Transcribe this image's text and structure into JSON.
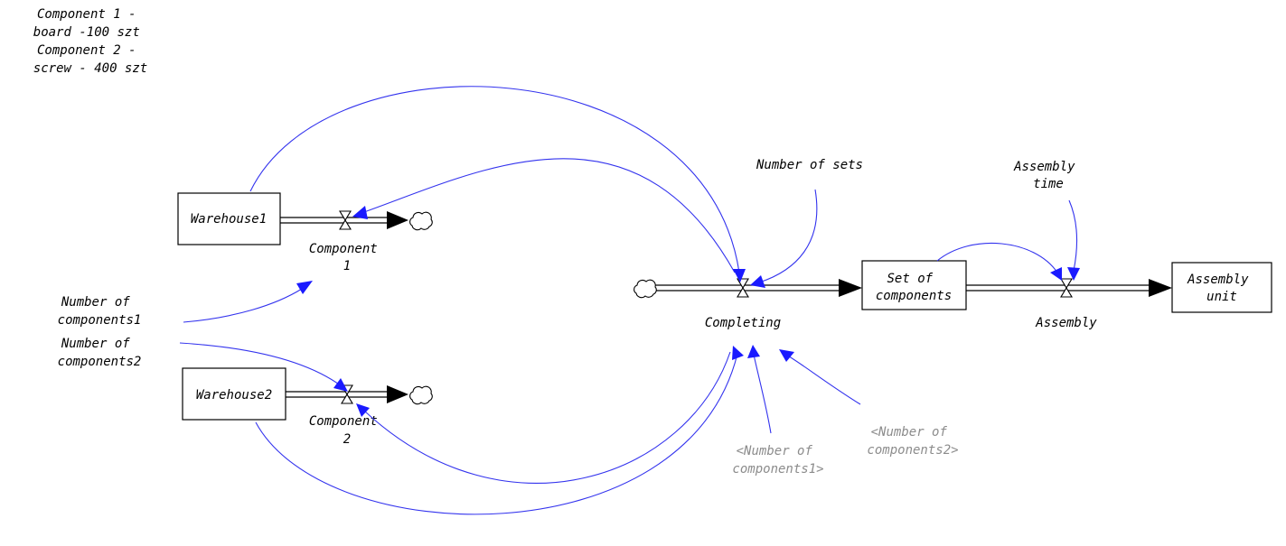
{
  "note": [
    "Component 1 -",
    "board -100 szt",
    "Component 2 -",
    "screw - 400 szt"
  ],
  "stocks": {
    "warehouse1": [
      "Warehouse1"
    ],
    "warehouse2": [
      "Warehouse2"
    ],
    "set_of_components": [
      "Set of",
      "components"
    ],
    "assembly_unit": [
      "Assembly",
      "unit"
    ]
  },
  "flows": {
    "component1": [
      "Component",
      "1"
    ],
    "component2": [
      "Component",
      "2"
    ],
    "completing": [
      "Completing"
    ],
    "assembly": [
      "Assembly"
    ]
  },
  "auxiliaries": {
    "number_of_components1": [
      "Number of",
      "components1"
    ],
    "number_of_components2": [
      "Number of",
      "components2"
    ],
    "number_of_sets": [
      "Number of sets"
    ],
    "assembly_time": [
      "Assembly",
      "time"
    ]
  },
  "shadow_variables": {
    "number_of_components1": [
      "<Number of",
      "components1>"
    ],
    "number_of_components2": [
      "<Number of",
      "components2>"
    ]
  },
  "colors": {
    "link": "#3333ee",
    "link_head": "#1a1aff",
    "shadow_text": "#8c8c8c",
    "stroke": "#000000"
  },
  "icons": {
    "valve": "valve-icon",
    "cloud": "cloud-icon"
  }
}
